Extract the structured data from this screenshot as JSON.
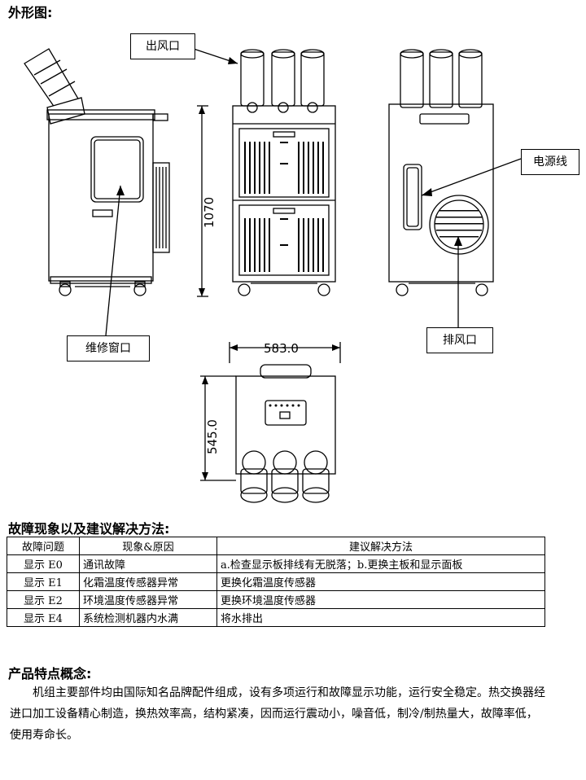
{
  "section_titles": {
    "appearance": "外形图:",
    "faults": "故障现象以及建议解决方法:",
    "features": "产品特点概念:"
  },
  "callouts": {
    "outlet": "出风口",
    "power_cord": "电源线",
    "maintenance_window": "维修窗口",
    "exhaust": "排风口"
  },
  "dimensions": {
    "height": "1070",
    "width": "583.0",
    "depth": "545.0"
  },
  "fault_table": {
    "headers": [
      "故障问题",
      "现象&原因",
      "建议解决方法"
    ],
    "rows": [
      [
        "显示 E0",
        "通讯故障",
        "a.检查显示板排线有无脱落；b.更换主板和显示面板"
      ],
      [
        "显示 E1",
        "化霜温度传感器异常",
        "更换化霜温度传感器"
      ],
      [
        "显示 E2",
        "环境温度传感器异常",
        "更换环境温度传感器"
      ],
      [
        "显示 E4",
        "系统检测机器内水满",
        "将水排出"
      ]
    ]
  },
  "features_text": "机组主要部件均由国际知名品牌配件组成，设有多项运行和故障显示功能，运行安全稳定。热交换器经进口加工设备精心制造，换热效率高，结构紧凑，因而运行震动小，噪音低，制冷/制热量大，故障率低，使用寿命长。"
}
